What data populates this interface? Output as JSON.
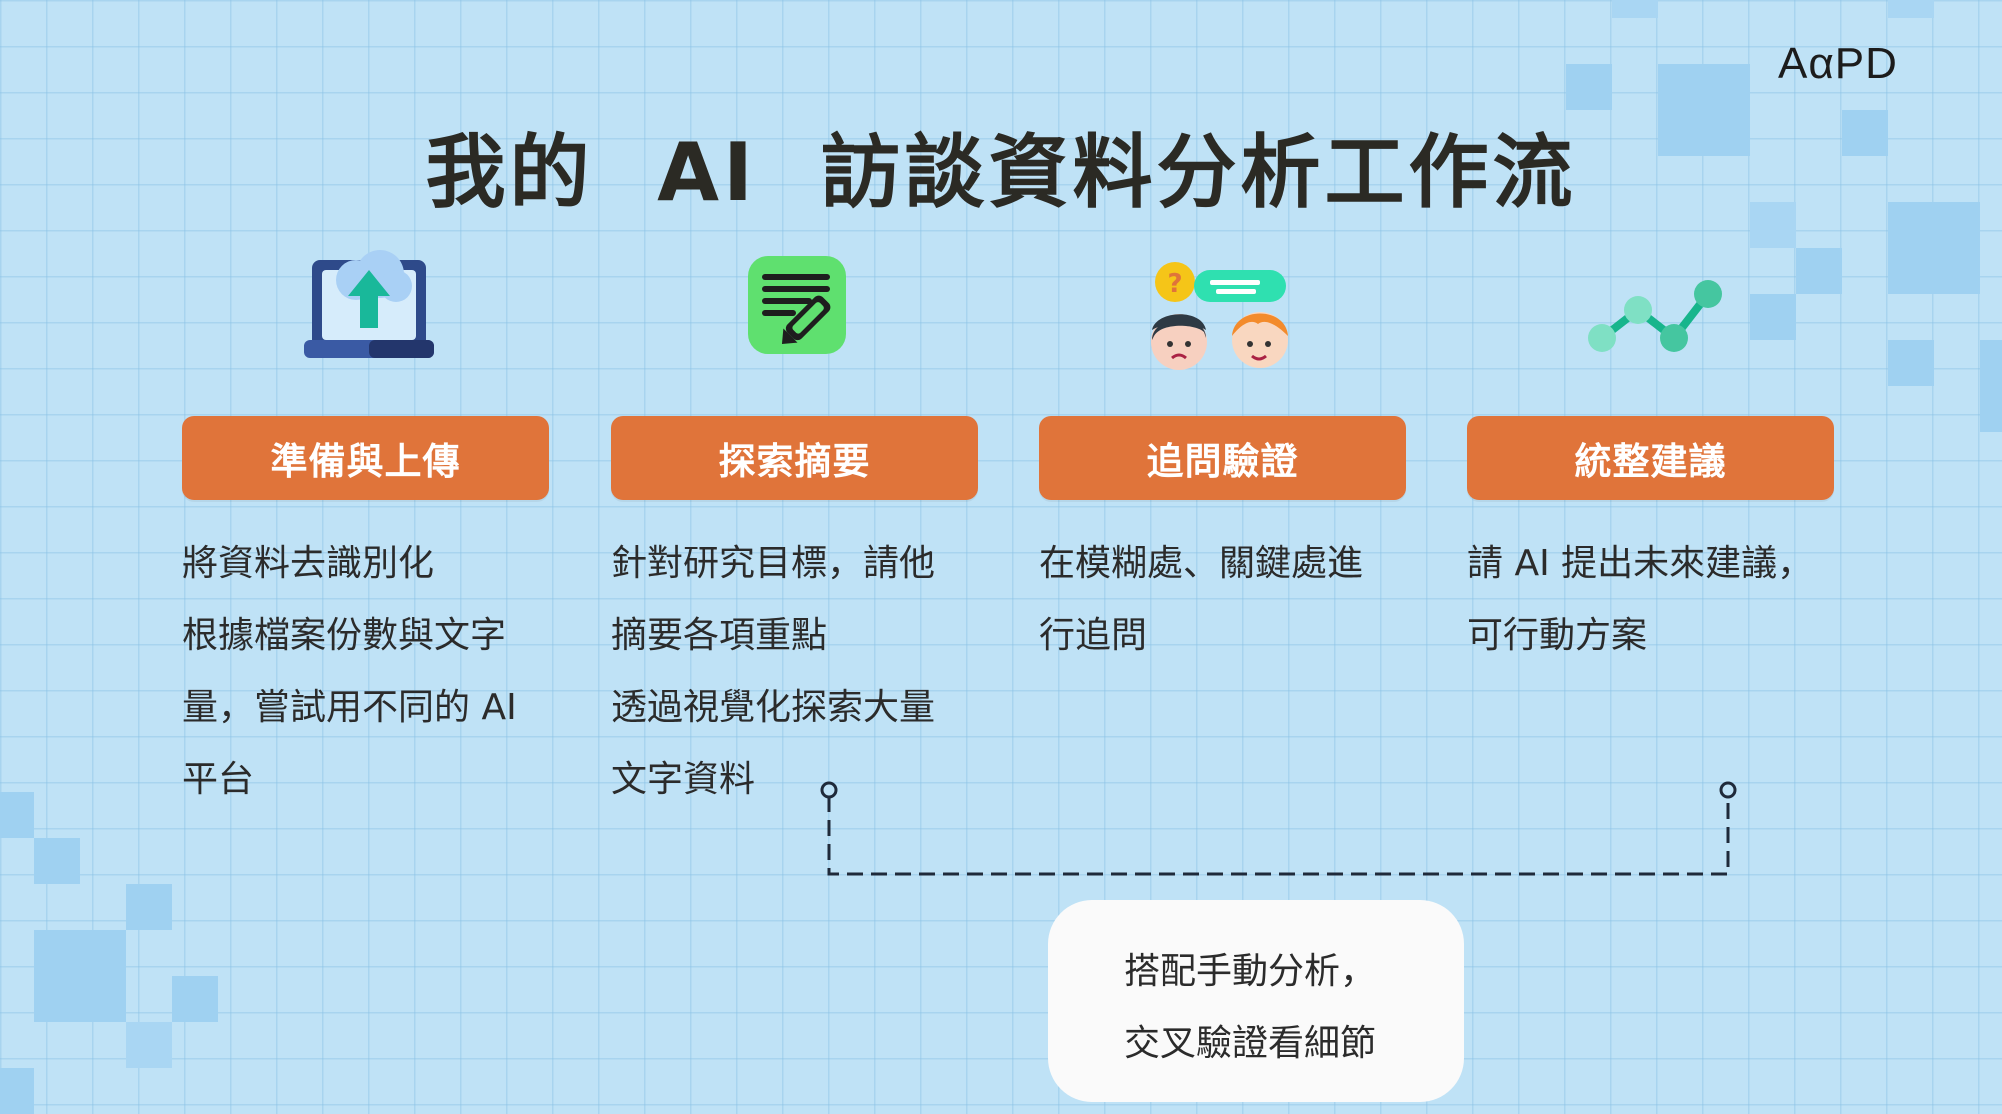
{
  "logo": {
    "text": "AαPD"
  },
  "title": "我的  AI  訪談資料分析工作流",
  "steps": [
    {
      "label": "準備與上傳",
      "icon": "laptop-upload-icon",
      "lines": [
        "將資料去識別化",
        "根據檔案份數與文字",
        "量，嘗試用不同的 AI",
        "平台"
      ]
    },
    {
      "label": "探索摘要",
      "icon": "note-edit-icon",
      "lines": [
        "針對研究目標，請他",
        "摘要各項重點",
        "透過視覺化探索大量",
        "文字資料"
      ]
    },
    {
      "label": "追問驗證",
      "icon": "people-question-icon",
      "lines": [
        "在模糊處、關鍵處進",
        "行追問"
      ]
    },
    {
      "label": "統整建議",
      "icon": "line-chart-icon",
      "lines": [
        "請 AI 提出未來建議，",
        "可行動方案"
      ]
    }
  ],
  "note": {
    "lines": [
      "搭配手動分析，",
      "交叉驗證看細節"
    ]
  },
  "colors": {
    "accent": "#e0743a",
    "background": "#bfe2f6",
    "text": "#2b2b2b"
  }
}
